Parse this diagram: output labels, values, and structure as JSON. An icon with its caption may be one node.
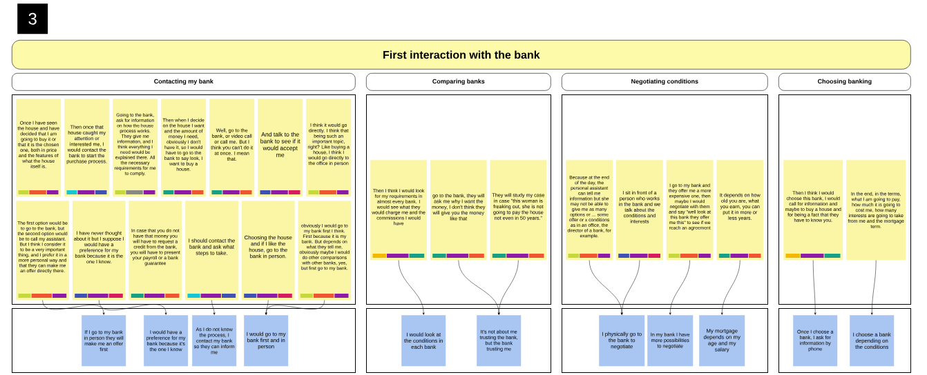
{
  "diagram": {
    "nodes": [
      {
        "text": [
          "First interaction with the bank"
        ]
      },
      {
        "text": [
          "Contacting my bank"
        ]
      },
      {
        "text": [
          "Comparing banks"
        ]
      },
      {
        "text": [
          "Negotiating conditions"
        ]
      },
      {
        "text": [
          "Choosing banking"
        ]
      },
      {
        "text": [],
        "shape": "box"
      },
      {
        "text": [
          "Once I have seen the house and have decided that I am going to buy it or that it is the chosen one, both in price and the features of what the house itself is."
        ],
        "in": 5
      },
      {
        "text": [
          "Then once that house caught my attention or interested me, I would contact the bank to start the purchase process."
        ],
        "in": 5
      },
      {
        "text": [
          "Going to the bank, ask for information on how the house process works. They give me information, and I think everything I need would be explained there. All the necessary requirements for me to comply."
        ],
        "in": 5
      },
      {
        "text": [
          "Then when I decide on the house I want and the amount of money I need, obviously I don't have it, so I would have to go to the bank to say look, I want to buy a house."
        ],
        "in": 5
      },
      {
        "text": [
          "Well, go to the bank, or video call or call me. But I think you can't do it at once. I mean that."
        ],
        "in": 5
      },
      {
        "text": [
          "And talk to the bank to see if it would accept me"
        ],
        "in": 5
      },
      {
        "text": [
          "I think it would go directly. I think that being such an important topic, right? Like buying a house, I think I would go directly to the office in person"
        ],
        "in": 5
      },
      {
        "text": [
          "The first option would be to go to the bank, but the second option would be to call my assistant. But I think I consider it to be a very important thing, and I prefer it in a more personal way and that they can make me an offer directly there."
        ],
        "in": 5
      },
      {
        "text": [
          "I have never thought about it but I suppose I would have a preference for my bank because it is the one I know."
        ],
        "in": 5
      },
      {
        "text": [
          "In case that you do not have that money you will have to request a credit from the bank, you will have to present your payroll or a bank guarantee"
        ],
        "in": 5
      },
      {
        "text": [
          "I should contact the bank and ask what steps to take."
        ],
        "in": 5
      },
      {
        "text": [
          "Choosing the house and if I like the house, go to the bank in person."
        ],
        "in": 5
      },
      {
        "text": [
          "obviously I would go to my bank first I think. First because it is my bank. But depends on what they tell me, obviously maybe I would do other comparisons with other banks, yes, but first go to my bank."
        ],
        "in": 5
      },
      {
        "text": [],
        "shape": "box"
      },
      {
        "text": [
          "If I go to my bank in person they will make me an offer first"
        ],
        "in": 19
      },
      {
        "text": [
          "I would have a preference for my bank because it's the one I know"
        ],
        "in": 19
      },
      {
        "text": [
          "As I do not know the process, I contact my bank so they can inform me"
        ],
        "in": 19
      },
      {
        "text": [
          "I would go to my bank first and in person"
        ],
        "in": 19
      },
      {
        "text": [],
        "shape": "box"
      },
      {
        "text": [
          "Then I think I would look for my requirements in almost every bank. I would see what they would charge me and the commissions I would have"
        ],
        "in": 24
      },
      {
        "text": [
          "go to the bank, they will ask me why I want the money, I don't think they will give you the money like that"
        ],
        "in": 24
      },
      {
        "text": [
          "They will study my case in case \"this woman is freaking out, she is not going to pay the house not even in 50 years.\""
        ],
        "in": 24
      },
      {
        "text": [],
        "shape": "box"
      },
      {
        "text": [
          "I would look at the conditions in each bank"
        ],
        "in": 28
      },
      {
        "text": [
          "It's not about me trusting the bank, but the bank trusting me"
        ],
        "in": 28
      },
      {
        "text": [],
        "shape": "box"
      },
      {
        "text": [
          "Because at the end of the day, the personal assistant can tell me information but she may not be able to give me as many options or ... some offer or x conditions as in an office, the director of a bank, for example."
        ],
        "in": 31
      },
      {
        "text": [
          "I sit in front of a person who works in the bank and we talk about the conditions and interests"
        ],
        "in": 31
      },
      {
        "text": [
          "I go to my bank and they offer me a more expensive one, then maybe I would negotiate with them and say \"well look at this bank they offer me this\" to see if we reach an agreement"
        ],
        "in": 31
      },
      {
        "text": [
          "It depends on how old you are, what you earn, you can put it in more or less years."
        ],
        "in": 31
      },
      {
        "text": [],
        "shape": "box"
      },
      {
        "text": [
          "I physically go to the bank to negotiate"
        ],
        "in": 36
      },
      {
        "text": [
          "In my bank I have more possibilities to negotiate"
        ],
        "in": 36
      },
      {
        "text": [
          "My mortgage depends on my age and my salary"
        ],
        "in": 36
      },
      {
        "text": [],
        "shape": "box"
      },
      {
        "text": [
          "Then I think I would choose this bank, I would call for information and maybe to buy a house and for being a fact that they have to know you."
        ],
        "in": 40
      },
      {
        "text": [
          "In the end, in the terms, what I am going to pay, how much it is going to cost me, how many interests are going to take from me and the mortgage term."
        ],
        "in": 40
      },
      {
        "text": [],
        "shape": "box"
      },
      {
        "text": [
          "Once I choose a bank, I ask for information by phone"
        ],
        "in": 43
      },
      {
        "text": [
          "I choose a bank depending on the conditions"
        ],
        "in": 43
      }
    ],
    "edges": [
      {
        "from": 13,
        "to": 20,
        "arrow": "to"
      },
      {
        "from": 14,
        "to": 21,
        "arrow": "to"
      },
      {
        "from": 16,
        "to": 22,
        "arrow": "to"
      },
      {
        "from": 17,
        "to": 23,
        "arrow": "to"
      },
      {
        "from": 18,
        "to": 23,
        "arrow": "to"
      },
      {
        "from": 25,
        "to": 29,
        "arrow": "to"
      },
      {
        "from": 26,
        "to": 30,
        "arrow": "to"
      },
      {
        "from": 27,
        "to": 30,
        "arrow": "to"
      },
      {
        "from": 32,
        "to": 37,
        "arrow": "to"
      },
      {
        "from": 33,
        "to": 37,
        "arrow": "to"
      },
      {
        "from": 34,
        "to": 38,
        "arrow": "to"
      },
      {
        "from": 35,
        "to": 39,
        "arrow": "to"
      },
      {
        "from": 41,
        "to": 44,
        "arrow": "to"
      },
      {
        "from": 42,
        "to": 45,
        "arrow": "to"
      }
    ],
    "labels": [
      "3"
    ]
  }
}
